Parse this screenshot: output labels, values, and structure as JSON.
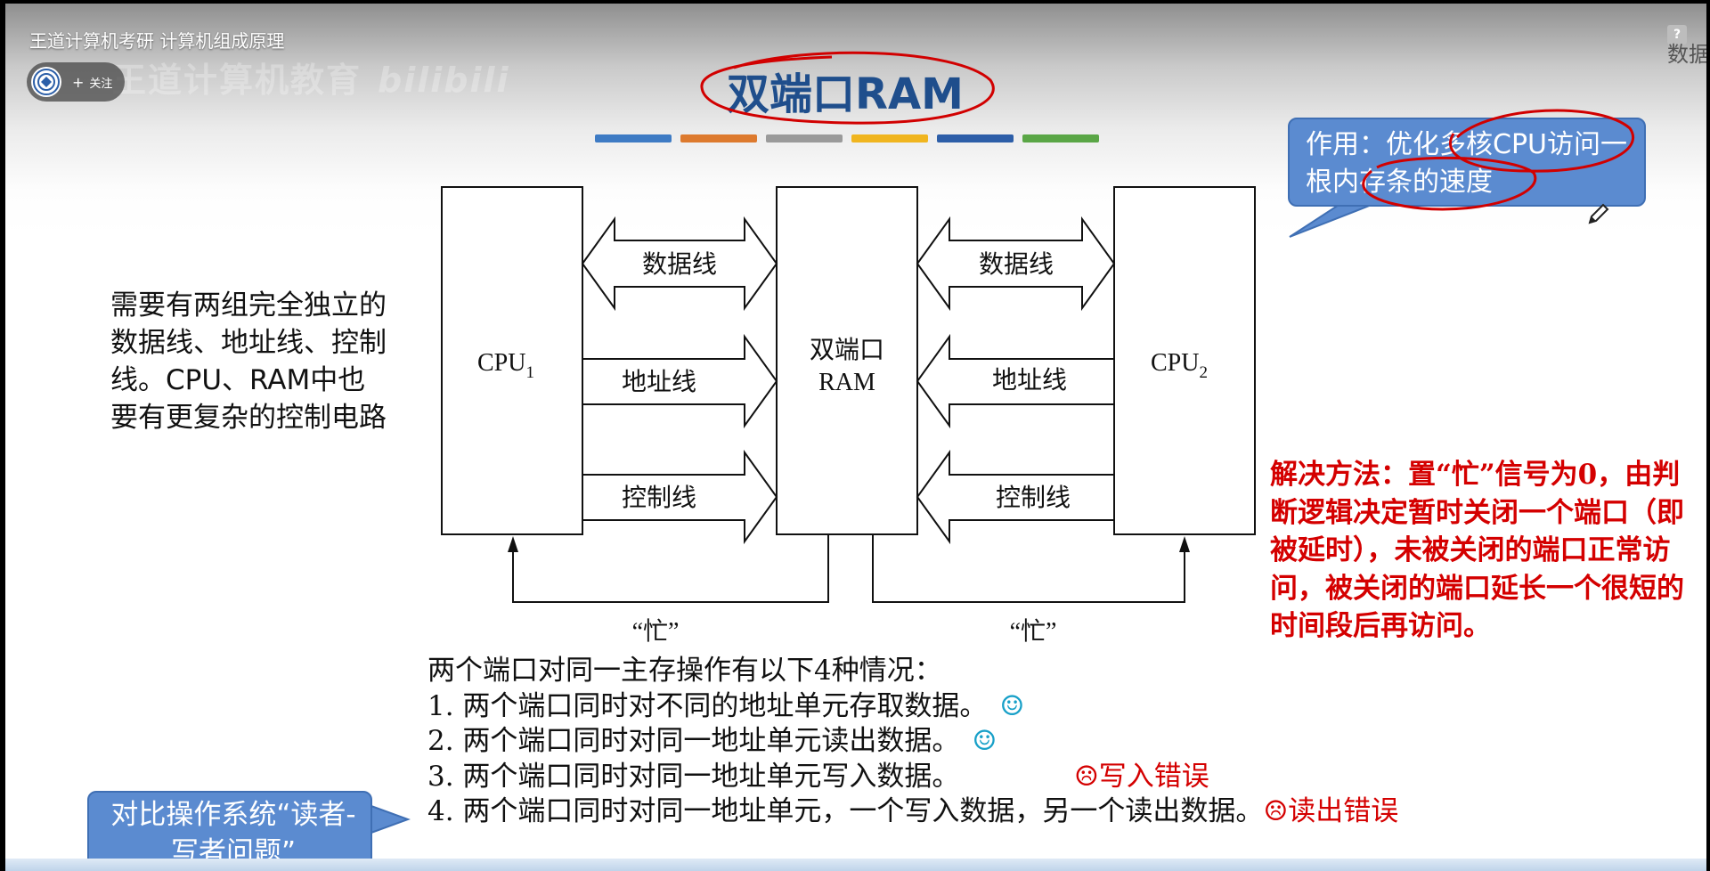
{
  "video": {
    "title": "王道计算机考研 计算机组成原理",
    "follow_label": "关注",
    "follow_plus": "+",
    "watermark": "王道计算机教育",
    "watermark_logo": "bilibili",
    "help_glyph": "?",
    "side_text": "数据 书"
  },
  "slide": {
    "title": "双端口RAM",
    "color_bars": [
      "#3e7bc4",
      "#dd7a2e",
      "#9a9a9a",
      "#f0b51f",
      "#2d5ea8",
      "#5aa646"
    ],
    "left_text": "需要有两组完全独立的数据线、地址线、控制线。CPU、RAM中也要有更复杂的控制电路",
    "callout_purpose": "作用：优化多核CPU访问一根内存条的速度",
    "red_solution": "解决方法：置“忙”信号为0，由判断逻辑决定暂时关闭一个端口（即被延时），未被关闭的端口正常访问，被关闭的端口延长一个很短的时间段后再访问。",
    "compare_callout": "对比操作系统“读者-写者问题”"
  },
  "diagram": {
    "cpu1": "CPU",
    "cpu1_sub": "1",
    "cpu2": "CPU",
    "cpu2_sub": "2",
    "ram_line1": "双端口",
    "ram_line2": "RAM",
    "data_line": "数据线",
    "addr_line": "地址线",
    "ctrl_line": "控制线",
    "busy": "“忙”"
  },
  "cases": {
    "intro": "两个端口对同一主存操作有以下4种情况：",
    "items": [
      "1. 两个端口同时对不同的地址单元存取数据。",
      "2. 两个端口同时对同一地址单元读出数据。",
      "3. 两个端口同时对同一地址单元写入数据。",
      "4. 两个端口同时对同一地址单元，一个写入数据，另一个读出数据。"
    ],
    "smile_glyph": "☺",
    "sad_glyph": "☹",
    "note_write_error": "写入错误",
    "note_read_error": "读出错误"
  }
}
